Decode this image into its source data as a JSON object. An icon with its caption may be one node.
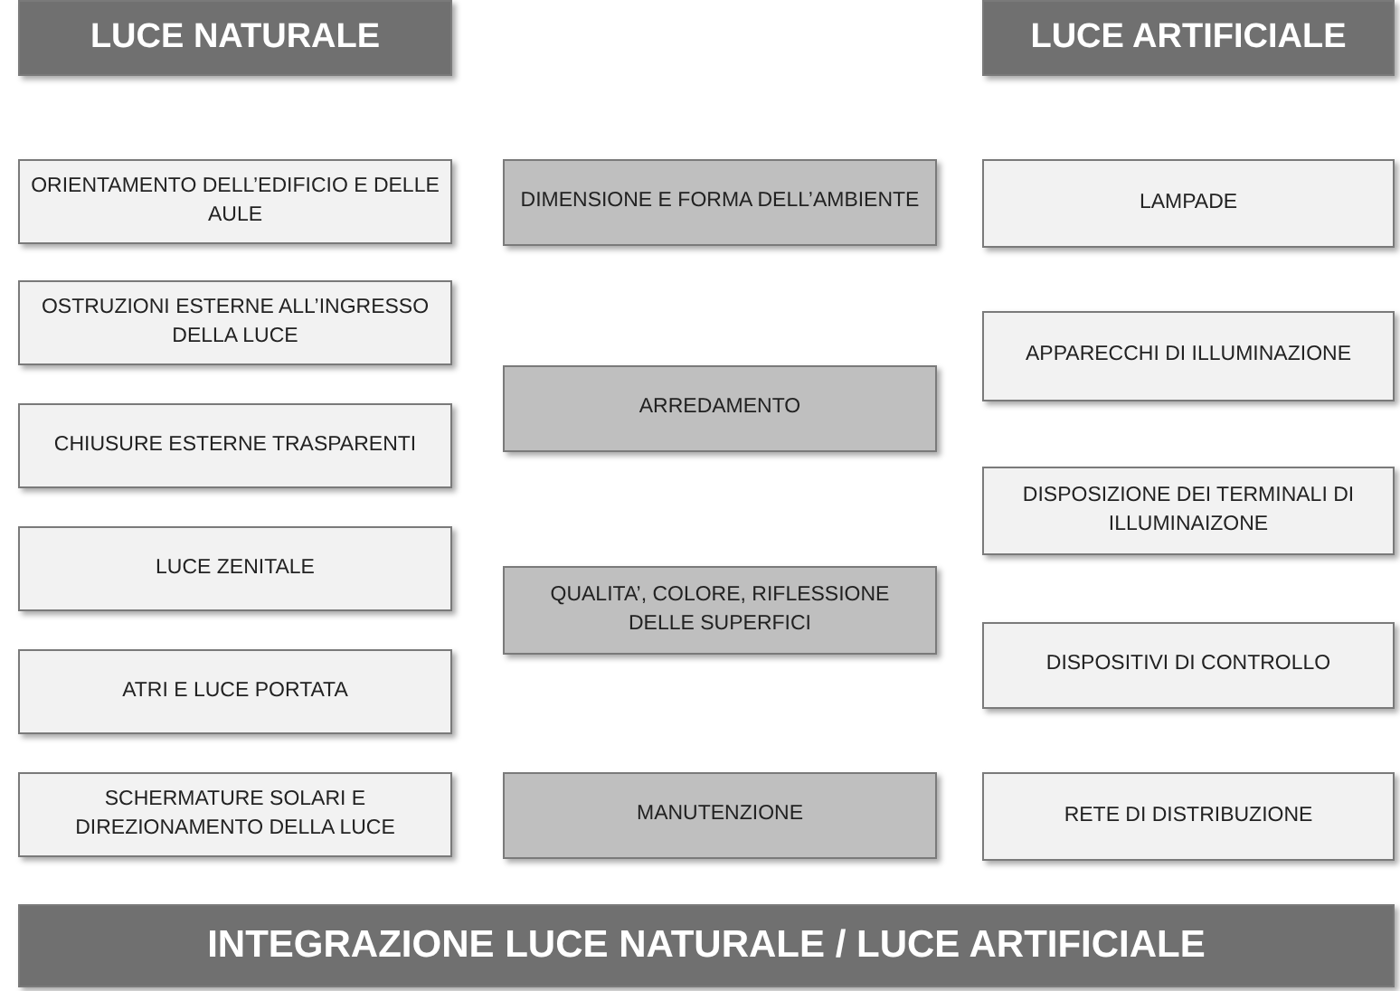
{
  "diagram": {
    "nodes": [
      {
        "text": [
          "LUCE NATURALE"
        ]
      },
      {
        "text": [
          "LUCE ARTIFICIALE"
        ]
      },
      {
        "text": [
          "ORIENTAMENTO DELL’EDIFICIO E DELLE AULE"
        ]
      },
      {
        "text": [
          "OSTRUZIONI ESTERNE ALL’INGRESSO DELLA LUCE"
        ]
      },
      {
        "text": [
          "CHIUSURE ESTERNE TRASPARENTI"
        ]
      },
      {
        "text": [
          "LUCE ZENITALE"
        ]
      },
      {
        "text": [
          "ATRI E LUCE PORTATA"
        ]
      },
      {
        "text": [
          "SCHERMATURE SOLARI E DIREZIONAMENTO DELLA LUCE"
        ]
      },
      {
        "text": [
          "DIMENSIONE E FORMA DELL’AMBIENTE"
        ]
      },
      {
        "text": [
          "ARREDAMENTO"
        ]
      },
      {
        "text": [
          "QUALITA’, COLORE, RIFLESSIONE DELLE SUPERFICI"
        ]
      },
      {
        "text": [
          "MANUTENZIONE"
        ]
      },
      {
        "text": [
          "LAMPADE"
        ]
      },
      {
        "text": [
          "APPARECCHI DI ILLUMINAZIONE"
        ]
      },
      {
        "text": [
          "DISPOSIZIONE DEI TERMINALI DI ILLUMINAIZONE"
        ]
      },
      {
        "text": [
          "DISPOSITIVI DI CONTROLLO"
        ]
      },
      {
        "text": [
          "RETE DI DISTRIBUZIONE"
        ]
      },
      {
        "text": [
          "INTEGRAZIONE LUCE NATURALE / LUCE ARTIFICIALE"
        ]
      }
    ],
    "edges": []
  }
}
